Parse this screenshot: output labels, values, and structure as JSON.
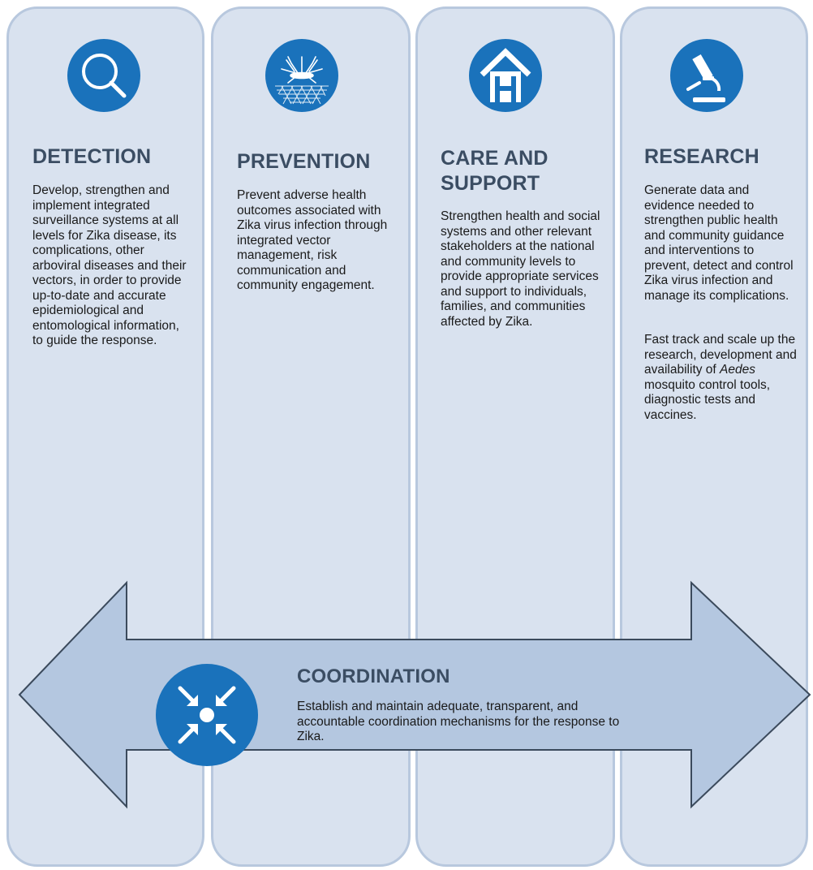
{
  "pillars": [
    {
      "title": "DETECTION",
      "icon": "magnifier-icon",
      "body": "Develop, strengthen and implement integrated surveillance systems at all levels for Zika disease, its complications, other arboviral diseases and their vectors, in order to provide up-to-date and accurate epidemiological and entomological information, to guide the response."
    },
    {
      "title": "PREVENTION",
      "icon": "mosquito-net-icon",
      "body": "Prevent adverse health outcomes associated with Zika virus infection through integrated vector management, risk communication and community engagement."
    },
    {
      "title_line1": "CARE AND",
      "title_line2": "SUPPORT",
      "icon": "hospital-icon",
      "body": "Strengthen health and social systems and other relevant stakeholders at the national and community levels to provide appropriate services and support to individuals, families, and communities affected by Zika."
    },
    {
      "title": "RESEARCH",
      "icon": "microscope-icon",
      "body_1": "Generate data and evidence needed to strengthen public health and community guidance and interventions to prevent, detect and control Zika virus infection and manage its complications.",
      "body_2_pre": "Fast track and scale up the research, development and availability of ",
      "body_2_em": "Aedes",
      "body_2_post": " mosquito control tools, diagnostic tests and vaccines."
    }
  ],
  "coordination": {
    "title": "COORDINATION",
    "icon": "converging-arrows-icon",
    "body": "Establish and maintain adequate, transparent, and accountable coordination mechanisms for the response to Zika."
  },
  "colors": {
    "column_fill": "#d9e2ef",
    "column_border": "#b8c8de",
    "icon_blue": "#1a72bb",
    "arrow_fill": "#b4c7e0",
    "arrow_stroke": "#3b4a5c",
    "title_color": "#3b4d63"
  }
}
